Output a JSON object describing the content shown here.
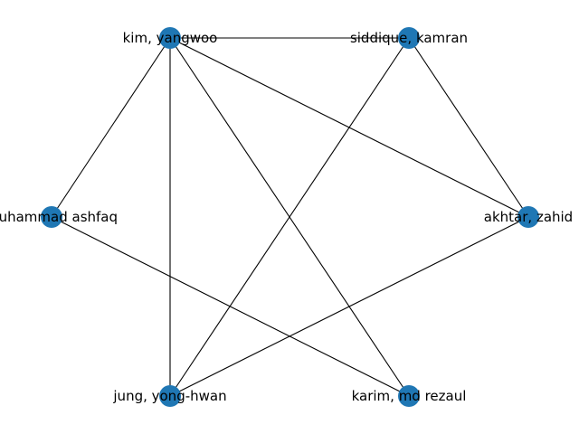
{
  "graph": {
    "node_color": "#1f77b4",
    "edge_color": "#000000",
    "nodes": [
      {
        "id": "kim",
        "label": "kim, yangwoo"
      },
      {
        "id": "siddique",
        "label": "siddique, kamran"
      },
      {
        "id": "ashfaq",
        "label": "muhammad ashfaq"
      },
      {
        "id": "akhtar",
        "label": "akhtar, zahid"
      },
      {
        "id": "jung",
        "label": "jung, yong-hwan"
      },
      {
        "id": "karim",
        "label": "karim, md rezaul"
      }
    ],
    "edges": [
      [
        "kim",
        "siddique"
      ],
      [
        "kim",
        "ashfaq"
      ],
      [
        "kim",
        "jung"
      ],
      [
        "kim",
        "karim"
      ],
      [
        "kim",
        "akhtar"
      ],
      [
        "siddique",
        "akhtar"
      ],
      [
        "siddique",
        "jung"
      ],
      [
        "ashfaq",
        "karim"
      ],
      [
        "akhtar",
        "jung"
      ]
    ]
  }
}
